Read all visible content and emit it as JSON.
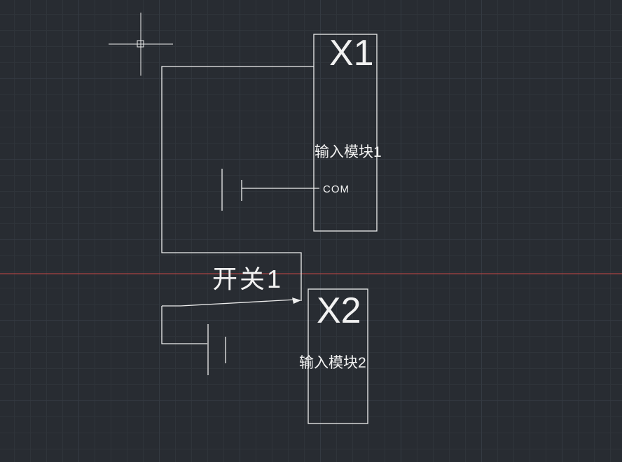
{
  "canvas": {
    "description": "CAD drawing canvas with electrical input-module wiring schematic",
    "labels": {
      "module1_title": "X1",
      "module1_caption": "输入模块1",
      "com_label": "COM",
      "switch_label": "开关1",
      "module2_title": "X2",
      "module2_caption": "输入模块2"
    },
    "colors": {
      "background": "#282c32",
      "grid_minor": "#2f343a",
      "grid_major": "#343a42",
      "line": "#eeeeee",
      "construction_line": "#a94343",
      "text": "#f2f2f2"
    }
  }
}
